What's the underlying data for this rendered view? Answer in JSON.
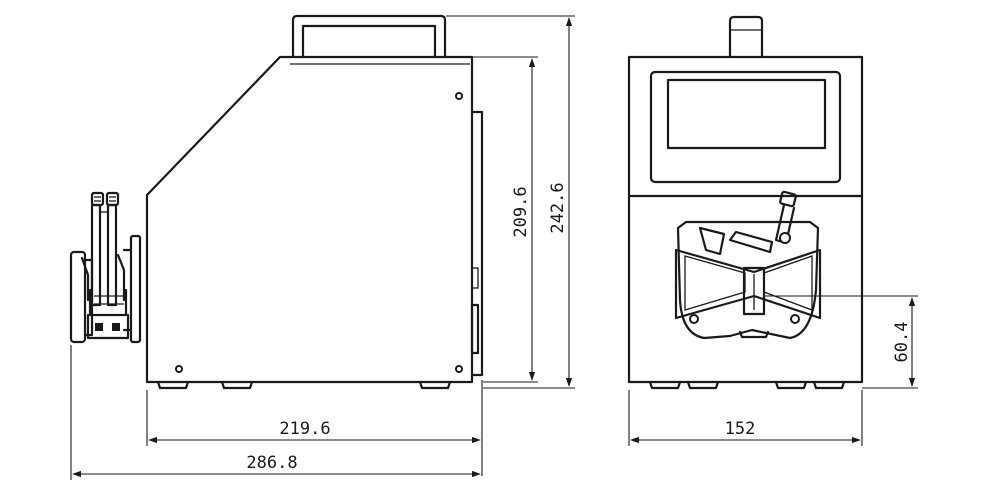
{
  "dimensions": {
    "side_width": "219.6",
    "total_width": "286.8",
    "body_height": "209.6",
    "total_height": "242.6",
    "front_width": "152",
    "pump_height": "60.4"
  },
  "colors": {
    "line": "#1a1a1a",
    "background": "#ffffff"
  }
}
